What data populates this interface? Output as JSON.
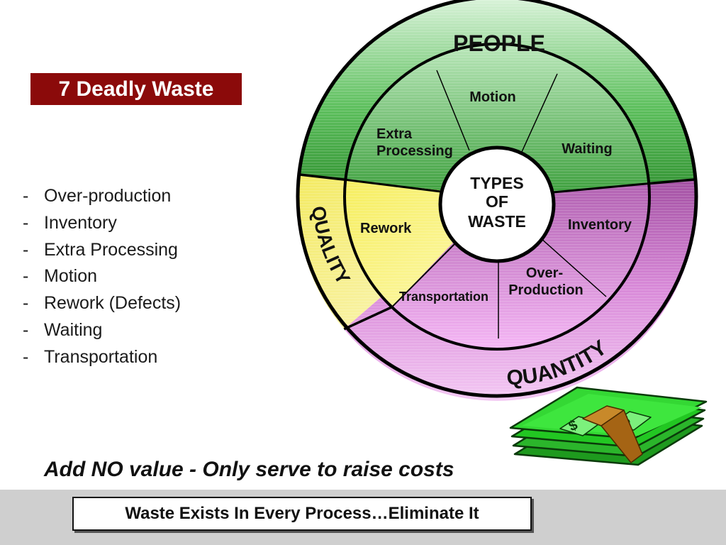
{
  "slide": {
    "title": "7 Deadly Waste",
    "list": [
      "Over-production",
      "Inventory",
      "Extra Processing",
      "Motion",
      "Rework (Defects)",
      "Waiting",
      "Transportation"
    ],
    "tagline": "Add NO value - Only serve to raise costs",
    "footer": "Waste Exists In Every Process…Eliminate It"
  },
  "wheel": {
    "center_lines": [
      "TYPES",
      "OF",
      "WASTE"
    ],
    "outer": {
      "people": "PEOPLE",
      "quality": "QUALITY",
      "quantity": "QUANTITY"
    },
    "segments": {
      "motion": "Motion",
      "extra_processing_1": "Extra",
      "extra_processing_2": "Processing",
      "waiting": "Waiting",
      "rework": "Rework",
      "inventory": "Inventory",
      "overproduction_1": "Over-",
      "overproduction_2": "Production",
      "transportation": "Transportation"
    },
    "colors": {
      "people": "#3aa33a",
      "quality": "#f4ea6a",
      "quantity": "#c46ac4",
      "title_bg": "#8b0a0a",
      "money": "#22c722"
    }
  },
  "decoration": {
    "money_icon": "dollar-bills-stack-icon"
  }
}
